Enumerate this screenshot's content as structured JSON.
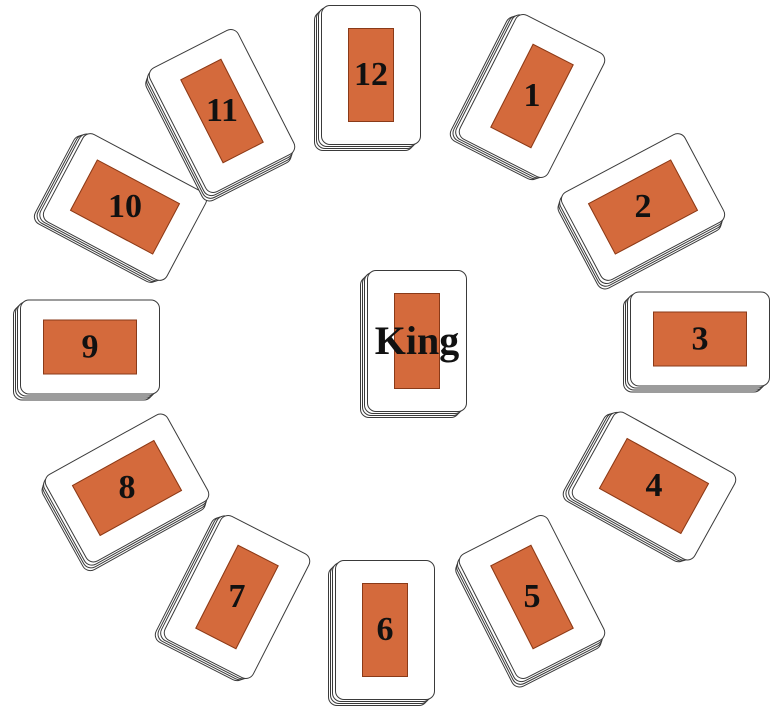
{
  "center_label": "King",
  "piles": [
    {
      "label": "12"
    },
    {
      "label": "1"
    },
    {
      "label": "2"
    },
    {
      "label": "3"
    },
    {
      "label": "4"
    },
    {
      "label": "5"
    },
    {
      "label": "6"
    },
    {
      "label": "7"
    },
    {
      "label": "8"
    },
    {
      "label": "9"
    },
    {
      "label": "10"
    },
    {
      "label": "11"
    }
  ],
  "colors": {
    "card_back": "#d46a3c",
    "card_edge": "#3a3a3a",
    "background": "#ffffff"
  }
}
